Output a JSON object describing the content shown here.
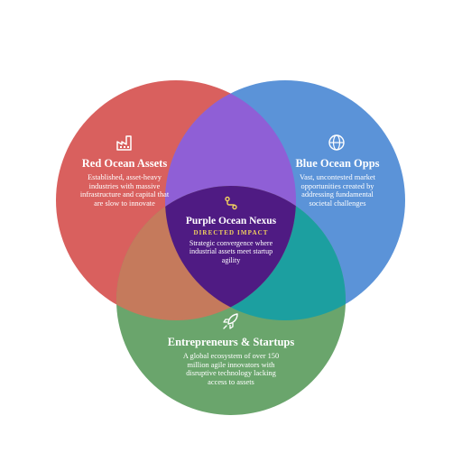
{
  "colors": {
    "red": "#d9605e",
    "blue": "#5b93d8",
    "green": "#6aa56c",
    "red_blue_overlap": "#8f5fd6",
    "blue_green_overlap": "#1c9fa0",
    "red_green_overlap": "#c57a5c",
    "center": "#4f1b83",
    "accent_gold": "#f4d35e"
  },
  "circles": {
    "red": {
      "icon": "factory-icon",
      "title": "Red Ocean Assets",
      "description": "Established, asset-heavy industries with massive infrastructure and capital that are slow to innovate"
    },
    "blue": {
      "icon": "globe-icon",
      "title": "Blue Ocean Opps",
      "description": "Vast, uncontested market opportunities created by addressing fundamental societal challenges"
    },
    "green": {
      "icon": "rocket-icon",
      "title": "Entrepreneurs & Startups",
      "description": "A global ecosystem of over 150 million agile innovators with disruptive technology lacking access to assets"
    }
  },
  "center": {
    "icon": "route-icon",
    "title": "Purple Ocean Nexus",
    "subtitle": "DIRECTED IMPACT",
    "description": "Strategic convergence where industrial assets meet startup agility"
  }
}
